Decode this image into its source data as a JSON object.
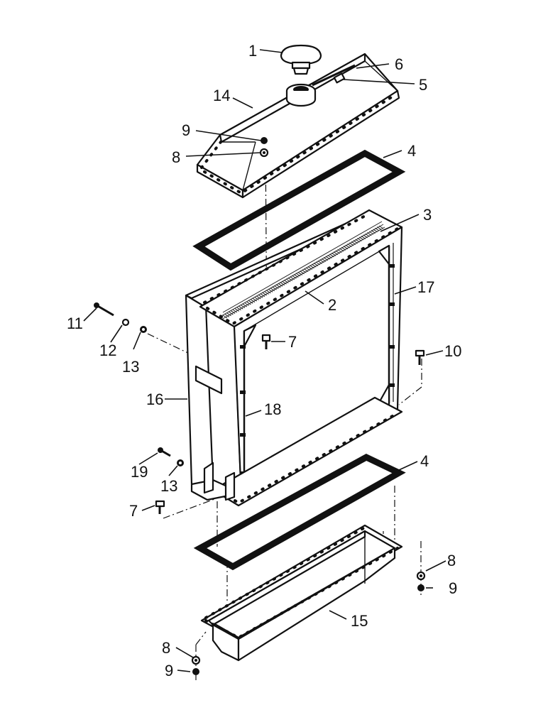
{
  "diagram": {
    "callouts": [
      {
        "id": "c1",
        "text": "1"
      },
      {
        "id": "c6",
        "text": "6"
      },
      {
        "id": "c5",
        "text": "5"
      },
      {
        "id": "c14",
        "text": "14"
      },
      {
        "id": "c9a",
        "text": "9"
      },
      {
        "id": "c8a",
        "text": "8"
      },
      {
        "id": "c4a",
        "text": "4"
      },
      {
        "id": "c3",
        "text": "3"
      },
      {
        "id": "c17",
        "text": "17"
      },
      {
        "id": "c2",
        "text": "2"
      },
      {
        "id": "c11",
        "text": "11"
      },
      {
        "id": "c12",
        "text": "12"
      },
      {
        "id": "c13a",
        "text": "13"
      },
      {
        "id": "c7a",
        "text": "7"
      },
      {
        "id": "c10",
        "text": "10"
      },
      {
        "id": "c16",
        "text": "16"
      },
      {
        "id": "c18",
        "text": "18"
      },
      {
        "id": "c19",
        "text": "19"
      },
      {
        "id": "c13b",
        "text": "13"
      },
      {
        "id": "c4b",
        "text": "4"
      },
      {
        "id": "c7b",
        "text": "7"
      },
      {
        "id": "c8b",
        "text": "8"
      },
      {
        "id": "c9b",
        "text": "9"
      },
      {
        "id": "c15",
        "text": "15"
      },
      {
        "id": "c8c",
        "text": "8"
      },
      {
        "id": "c9c",
        "text": "9"
      }
    ],
    "colors": {
      "ink": "#111111",
      "paper": "#ffffff"
    }
  }
}
